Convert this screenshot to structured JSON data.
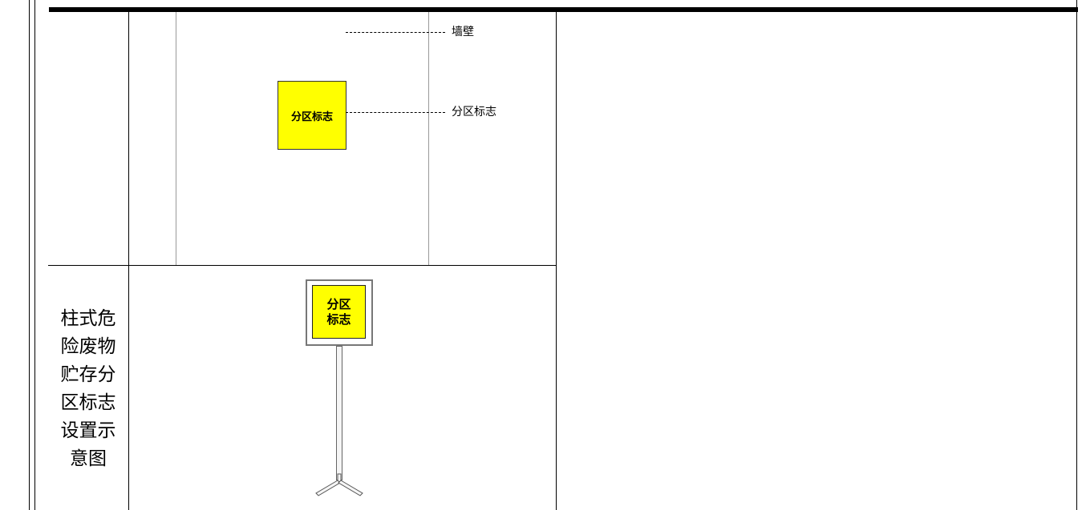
{
  "wall_diagram": {
    "wall_label": "墙壁",
    "sign_text": "分区标志",
    "sign_callout_label": "分区标志"
  },
  "post_row": {
    "label_lines": [
      "柱式危",
      "险废物",
      "贮存分",
      "区标志",
      "设置示",
      "意图"
    ],
    "sign_line1": "分区",
    "sign_line2": "标志"
  },
  "colors": {
    "sign_fill": "#ffff00",
    "border": "#000000"
  }
}
